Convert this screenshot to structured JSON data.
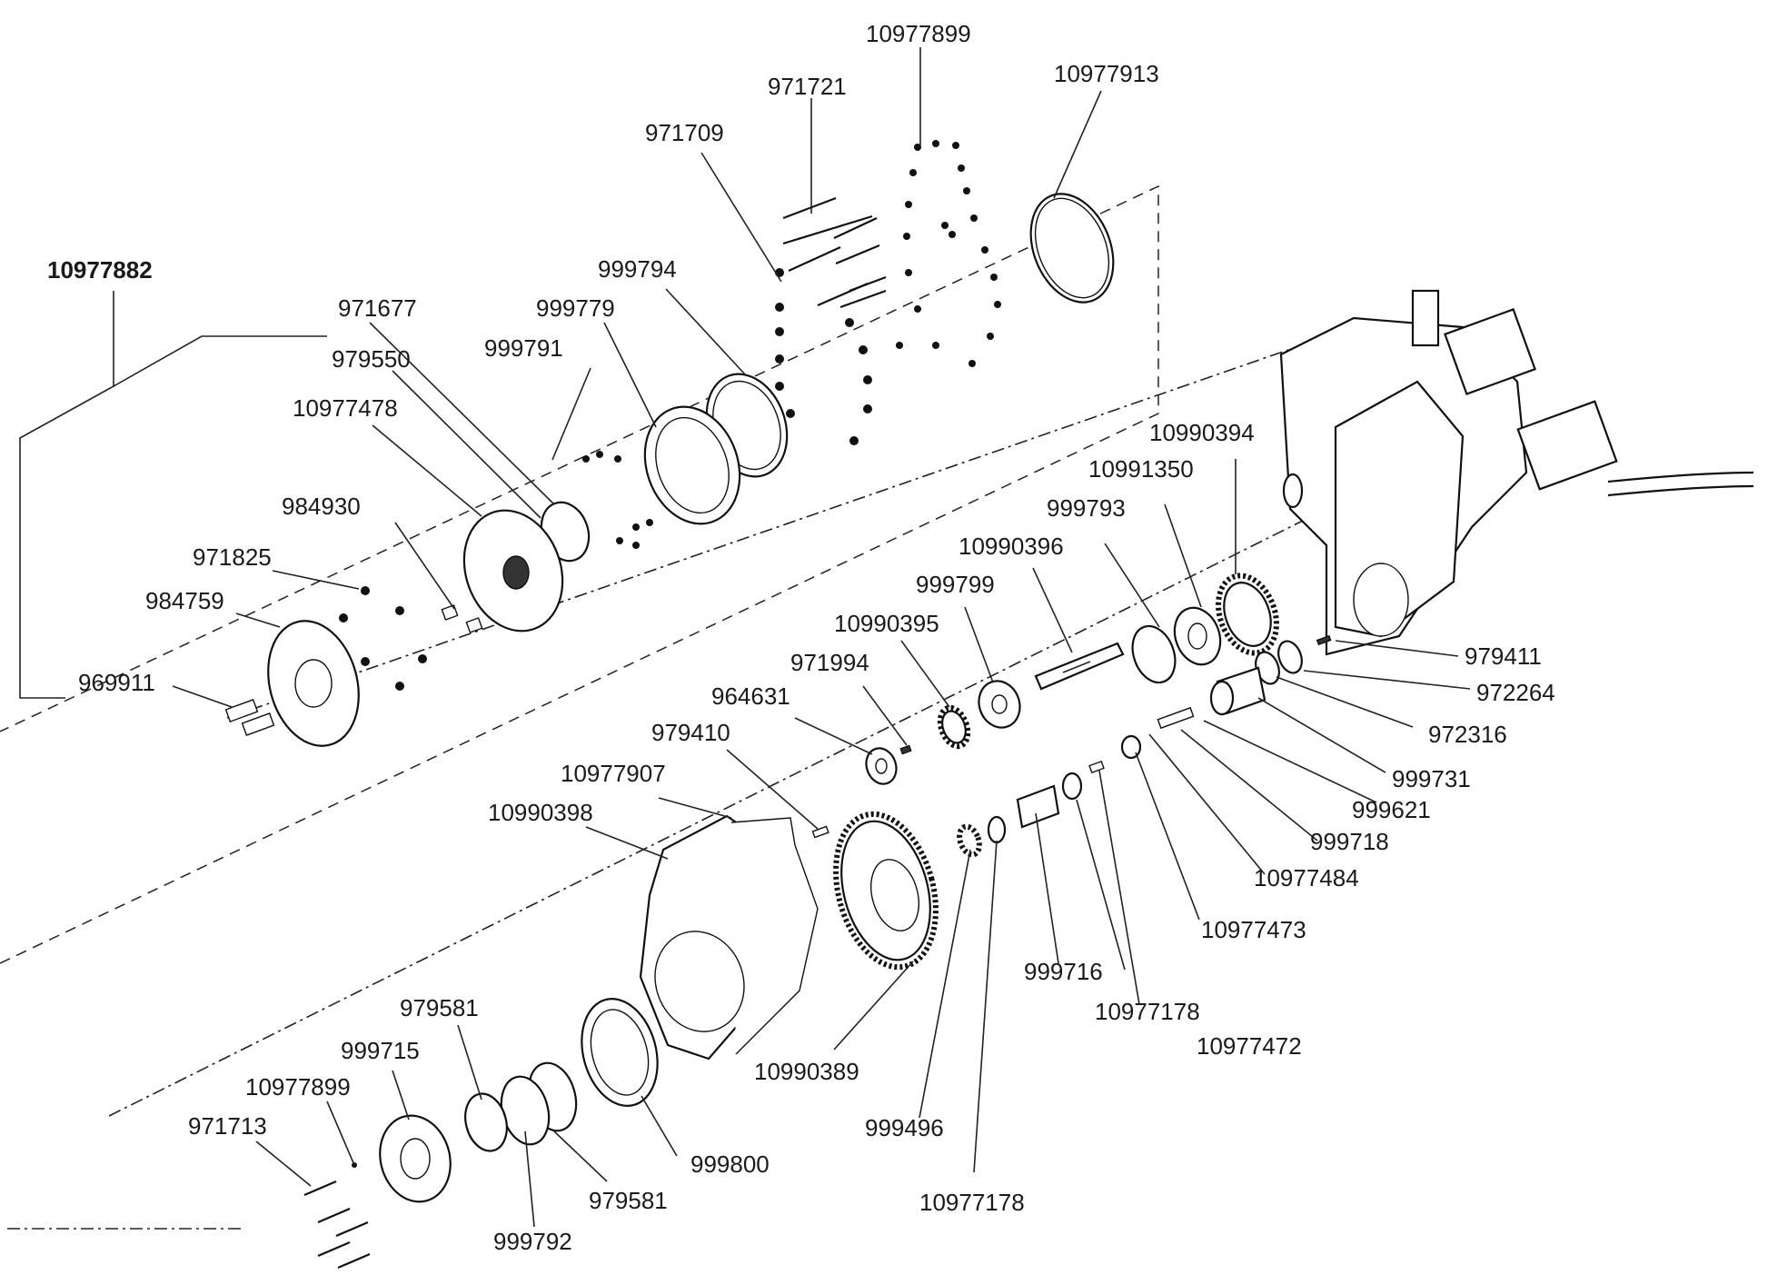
{
  "assembly": {
    "id": "10977882",
    "position": "top-left",
    "emphasis": "bold"
  },
  "callouts": [
    "10977899",
    "971721",
    "971709",
    "10977913",
    "999794",
    "999779",
    "971677",
    "999791",
    "979550",
    "10977478",
    "984930",
    "971825",
    "984759",
    "969911",
    "10990394",
    "10991350",
    "999793",
    "10990396",
    "999799",
    "10990395",
    "971994",
    "964631",
    "979410",
    "10977907",
    "10990398",
    "979411",
    "972264",
    "972316",
    "999731",
    "999621",
    "999718",
    "10977484",
    "10977473",
    "999716",
    "10977178",
    "10977472",
    "10990389",
    "999496",
    "10977178",
    "979581",
    "999715",
    "10977899",
    "971713",
    "999800",
    "979581",
    "999792"
  ]
}
